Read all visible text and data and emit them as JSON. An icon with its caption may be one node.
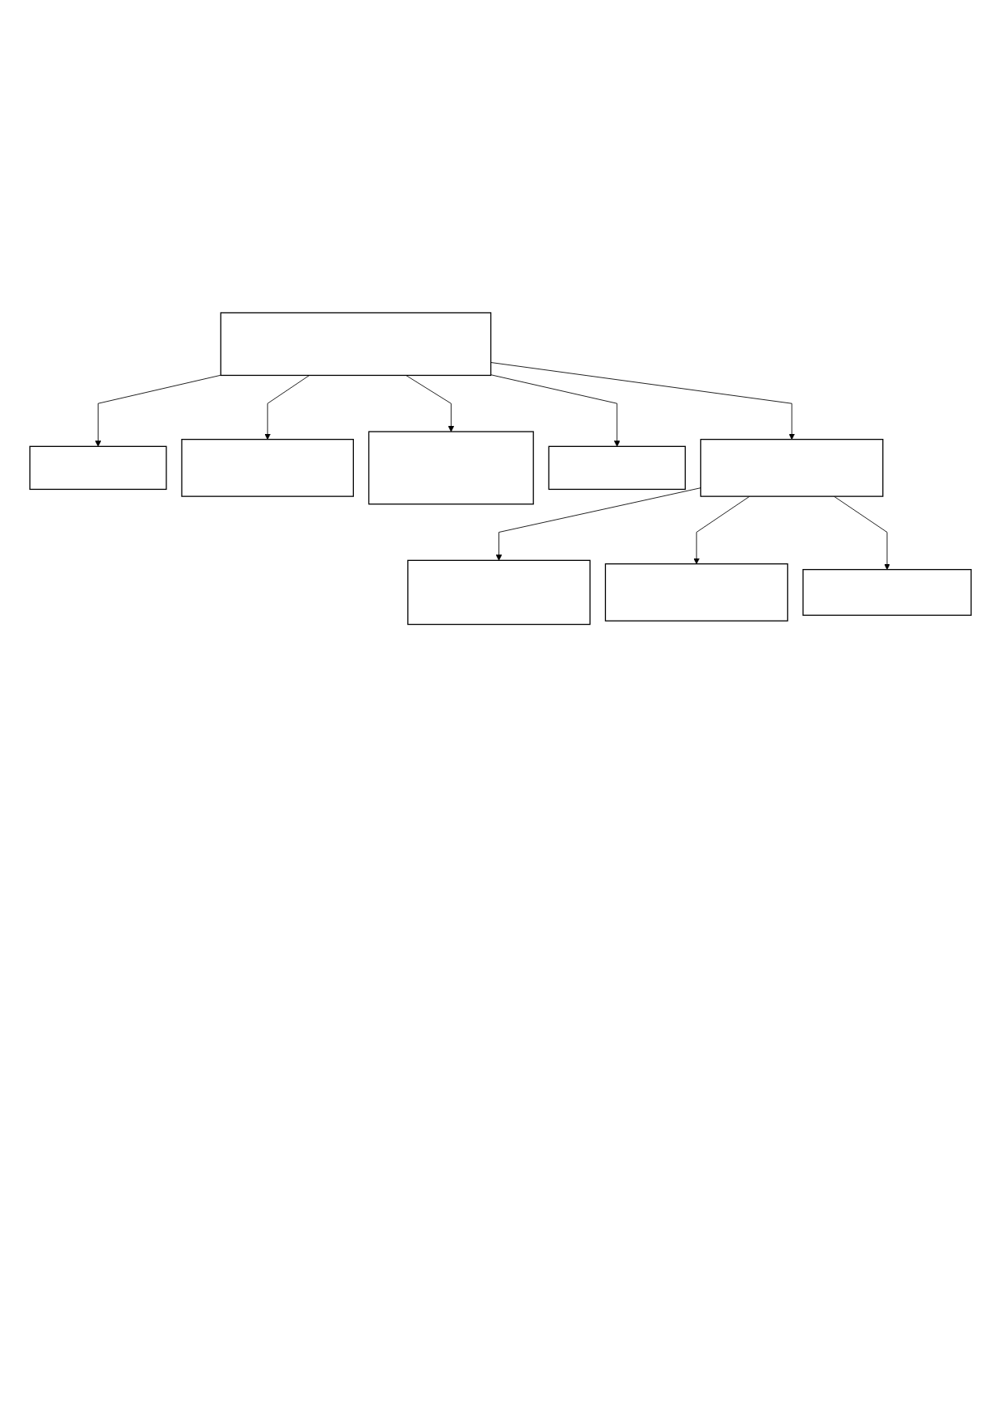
{
  "diagram": {
    "nodes": [
      {
        "text": [],
        "shape": "box"
      },
      {
        "text": [],
        "shape": "box"
      },
      {
        "text": [],
        "shape": "box"
      },
      {
        "text": [],
        "shape": "box"
      },
      {
        "text": [],
        "shape": "box"
      },
      {
        "text": [],
        "shape": "box"
      },
      {
        "text": [],
        "shape": "box"
      },
      {
        "text": [],
        "shape": "box"
      },
      {
        "text": [],
        "shape": "box"
      }
    ],
    "edges": [
      {
        "from": 0,
        "to": 1,
        "arrow": "to"
      },
      {
        "from": 0,
        "to": 4,
        "arrow": "to"
      },
      {
        "from": 0,
        "to": 2,
        "arrow": "to"
      },
      {
        "from": 0,
        "to": 5,
        "arrow": "to"
      },
      {
        "from": 0,
        "to": 3,
        "arrow": "to"
      },
      {
        "from": 5,
        "to": 6,
        "arrow": "to"
      },
      {
        "from": 5,
        "to": 8,
        "arrow": "to"
      },
      {
        "from": 5,
        "to": 7,
        "arrow": "to"
      }
    ]
  }
}
